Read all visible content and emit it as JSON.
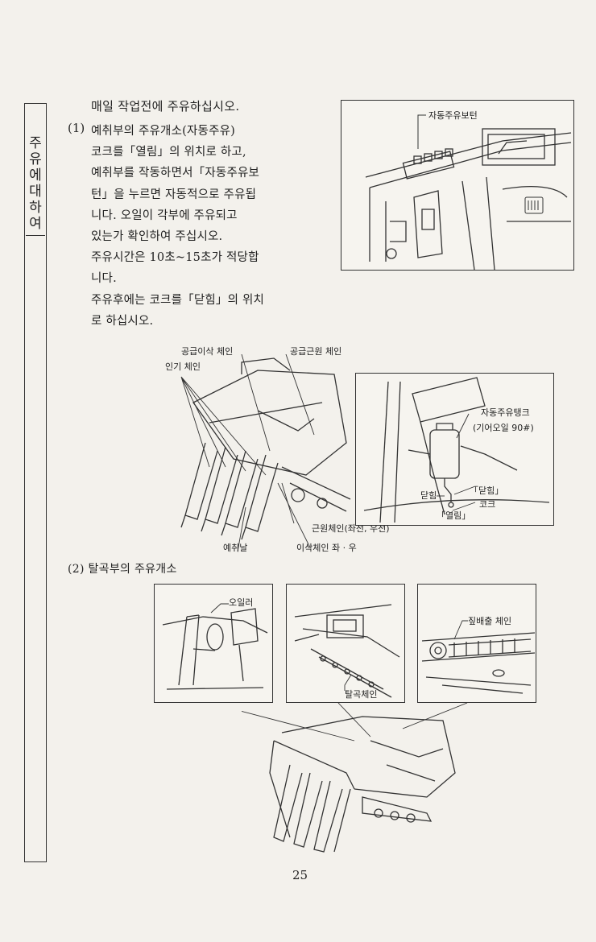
{
  "side_tab": {
    "label": "주유에 대하여"
  },
  "intro": "매일 작업전에 주유하십시오.",
  "item1": {
    "number": "(1)",
    "lines": [
      "예취부의 주유개소(자동주유)",
      "코크를「열림」의 위치로 하고,",
      "예취부를 작동하면서「자동주유보",
      "턴」을 누르면 자동적으로 주유됩",
      "니다. 오일이 각부에 주유되고",
      "있는가 확인하여 주십시오.",
      "주유시간은 10초~15초가 적당합",
      "니다.",
      "주유후에는 코크를「닫힘」의 위치",
      "로 하십시오."
    ]
  },
  "fig_button": {
    "label": "자동주유보턴"
  },
  "fig_header": {
    "chain_feed_transfer": "공급이삭 체인",
    "chain_feed_root": "공급근원 체인",
    "chain_pull": "인기 체인",
    "blade": "예취날",
    "chain_root": "근원체인(좌전, 우전)",
    "chain_transfer": "이삭체인 좌 · 우"
  },
  "fig_tank": {
    "tank": "자동주유탱크",
    "tank_oil": "(기어오일 90#)",
    "closed_left": "닫힘",
    "closed_right": "「닫힘」",
    "cock": "코크",
    "open": "「열림」"
  },
  "item2": {
    "title": "(2) 탈곡부의 주유개소"
  },
  "fig_oiler": {
    "label": "오일러"
  },
  "fig_thresh": {
    "label": "탈곡체인"
  },
  "fig_straw": {
    "label": "짚배출 체인"
  },
  "page_number": "25"
}
